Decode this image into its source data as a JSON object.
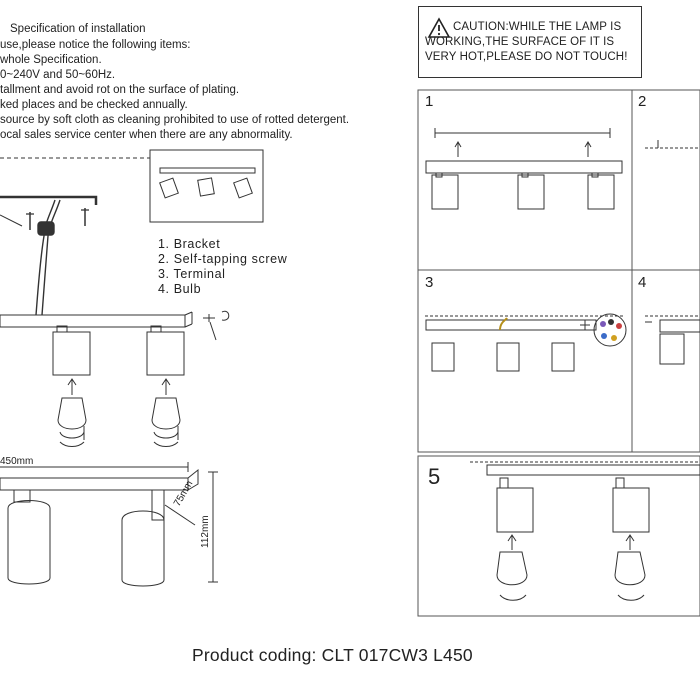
{
  "spec": {
    "title": "Specification of installation",
    "lines": [
      "use,please notice the following items:",
      "whole Specification.",
      "0~240V and 50~60Hz.",
      "tallment and avoid rot on the surface of plating.",
      "ked places and be checked annually.",
      " source by soft cloth as cleaning prohibited to use of rotted detergent.",
      "ocal sales service center when there are any abnormality."
    ]
  },
  "caution": {
    "line1": "CAUTION:WHILE THE LAMP IS",
    "line2": "WORKING,THE SURFACE OF IT IS",
    "line3": "VERY HOT,PLEASE DO NOT TOUCH!"
  },
  "parts": [
    "1. Bracket",
    "2. Self-tapping screw",
    "3. Terminal",
    "4. Bulb"
  ],
  "dimensions": {
    "length": "450mm",
    "depth": "75mm",
    "height": "112mm"
  },
  "panels": [
    "1",
    "2",
    "3",
    "4",
    "5"
  ],
  "product_code": "Product coding: CLT 017CW3 L450"
}
